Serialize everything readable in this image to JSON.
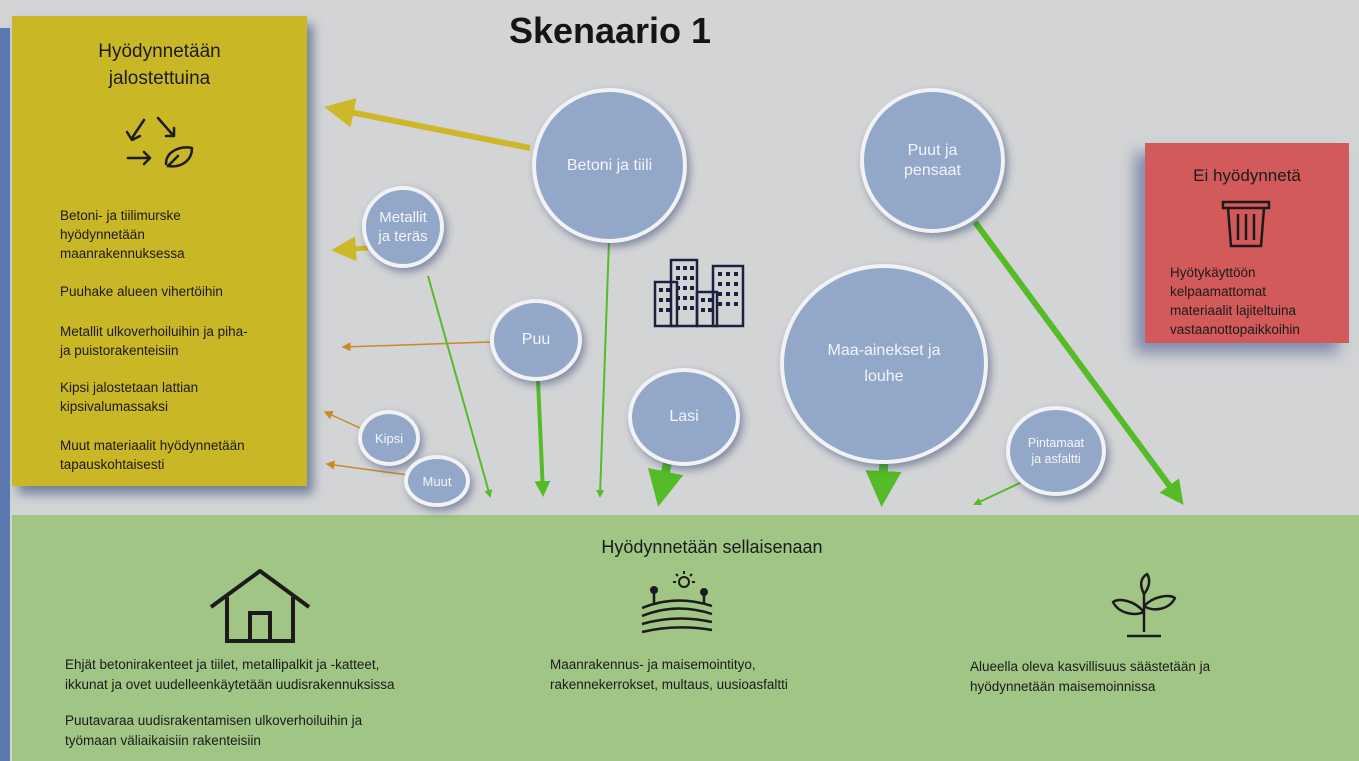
{
  "title": "Skenaario 1",
  "refined": {
    "heading_line1": "Hyödynnetään",
    "heading_line2": "jalostettuina",
    "icon": "recycle-icon",
    "items": [
      [
        "Betoni- ja tiilimurske",
        "hyödynnetään",
        "maanrakennuksessa"
      ],
      [
        "Puuhake alueen vihertöihin"
      ],
      [
        "Metallit ulkoverhoiluihin ja piha-",
        "ja puistorakenteisiin"
      ],
      [
        "Kipsi jalostetaan lattian",
        "kipsivalumassaksi"
      ],
      [
        "Muut materiaalit hyödynnetään",
        "tapauskohtaisesti"
      ]
    ],
    "color": "#c9b726"
  },
  "not_used": {
    "heading": "Ei hyödynnetä",
    "icon": "trash-bin-icon",
    "lines": [
      "Hyötykäyttöön",
      "kelpaamattomat",
      "materiaalit lajiteltuina",
      "vastaanottopaikkoihin"
    ],
    "color": "#d25a5a"
  },
  "as_is": {
    "heading": "Hyödynnetään sellaisenaan",
    "color": "#a1c585",
    "col1": {
      "icon": "house-icon",
      "p1": [
        "Ehjät betonirakenteet ja tiilet, metallipalkit ja -katteet,",
        "ikkunat ja ovet uudelleenkäytetään uudisrakennuksissa"
      ],
      "p2": [
        "Puutavaraa uudisrakentamisen ulkoverhoiluihin ja",
        "työmaan väliaikaisiin rakenteisiin"
      ]
    },
    "col2": {
      "icon": "field-sun-icon",
      "p1": [
        "Maanrakennus- ja maisemointityo,",
        "rakennekerrokset, multaus, uusioasfaltti"
      ]
    },
    "col3": {
      "icon": "plant-icon",
      "p1": [
        "Alueella oleva kasvillisuus säästetään ja",
        "hyödynnetään maisemoinnissa"
      ]
    }
  },
  "materials": {
    "betoni": [
      "Betoni ja tiili"
    ],
    "metallit": [
      "Metallit",
      "ja teräs"
    ],
    "puu": [
      "Puu"
    ],
    "kipsi": [
      "Kipsi"
    ],
    "muut": [
      "Muut"
    ],
    "lasi": [
      "Lasi"
    ],
    "puut": [
      "Puut ja",
      "pensaat"
    ],
    "maa": [
      "Maa-ainekset ja",
      "louhe"
    ],
    "pinta": [
      "Pintamaat",
      "ja asfaltti"
    ]
  },
  "center_icon": "city-buildings-icon"
}
